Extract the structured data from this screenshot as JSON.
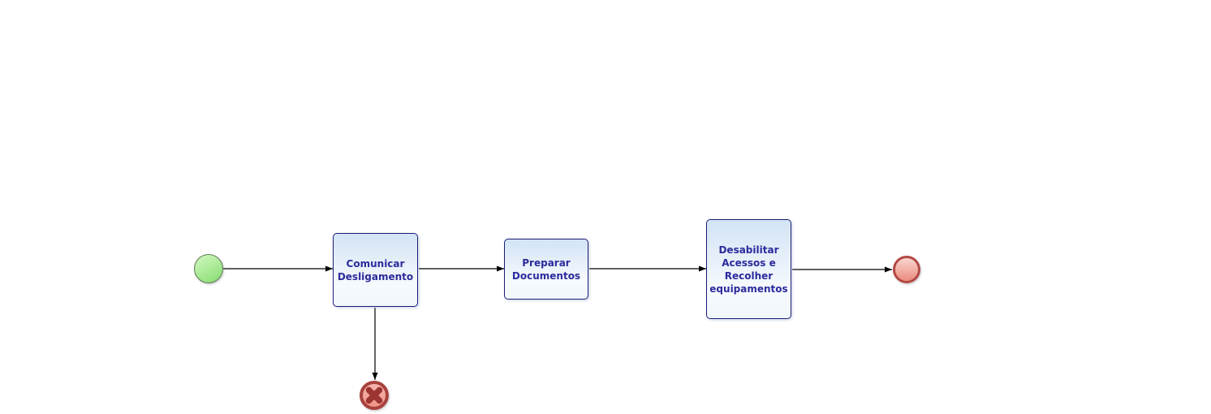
{
  "colors": {
    "task-border": "#1c1c74",
    "task-fill-top": "#d2e4f5",
    "task-fill-bottom": "#f2f7fc",
    "task-text": "#2b2b9c",
    "start-border": "#5f7a55",
    "start-fill-top": "#c9f5b7",
    "start-fill-bottom": "#8fe07a",
    "end-ring": "#b24944",
    "end-fill-top": "#f9cfca",
    "end-fill-bottom": "#ec9185",
    "cancel-ring": "#a8423d",
    "cancel-fill-top": "#f5b5ae",
    "cancel-fill-bottom": "#ef9488",
    "cancel-x": "#9b3531",
    "flow-line": "#000000"
  },
  "diagram": {
    "type": "bpmn-process",
    "start_event": {
      "kind": "start"
    },
    "tasks": [
      {
        "label": "Comunicar\nDesligamento"
      },
      {
        "label": "Preparar\nDocumentos"
      },
      {
        "label": "Desabilitar\nAcessos e\nRecolher\nequipamentos"
      }
    ],
    "end_event": {
      "kind": "end"
    },
    "cancel_event": {
      "kind": "cancel-end",
      "icon": "x-icon"
    }
  }
}
